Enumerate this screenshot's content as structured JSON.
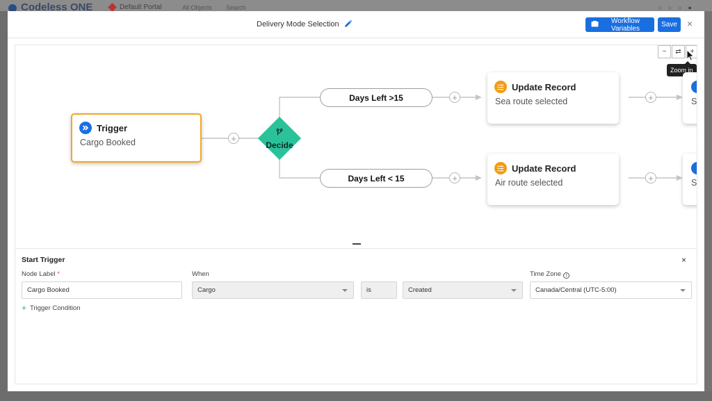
{
  "app": {
    "brand": "Codeless ONE",
    "portal": "Default Portal",
    "objects_menu": "All Objects",
    "search_placeholder": "Search"
  },
  "modal": {
    "title": "Delivery Mode Selection",
    "workflow_variables_label": "Workflow Variables",
    "save_label": "Save",
    "close_glyph": "×"
  },
  "canvas": {
    "zoom_out_glyph": "−",
    "reset_glyph": "⇄",
    "zoom_in_glyph": "+",
    "tooltip": "Zoom in",
    "trigger": {
      "title": "Trigger",
      "subtitle": "Cargo Booked"
    },
    "decide": {
      "label": "Decide"
    },
    "branches": [
      {
        "condition": "Days Left >15",
        "node_title": "Update Record",
        "node_subtitle": "Sea route selected",
        "next_stub": "Se"
      },
      {
        "condition": "Days Left < 15",
        "node_title": "Update Record",
        "node_subtitle": "Air route selected",
        "next_stub": "Se"
      }
    ]
  },
  "panel": {
    "title": "Start Trigger",
    "close_glyph": "×",
    "node_label": {
      "label": "Node Label",
      "required_mark": "*",
      "value": "Cargo Booked"
    },
    "when": {
      "label": "When",
      "object": "Cargo",
      "operator": "is",
      "event": "Created"
    },
    "time_zone": {
      "label": "Time Zone",
      "value": "Canada/Central (UTC-5:00)"
    },
    "trigger_condition_label": "Trigger Condition"
  },
  "colors": {
    "primary": "#1a6fe0",
    "trigger_border": "#f5a623",
    "decide_fill": "#2bc29a",
    "update_icon": "#f39c12"
  }
}
